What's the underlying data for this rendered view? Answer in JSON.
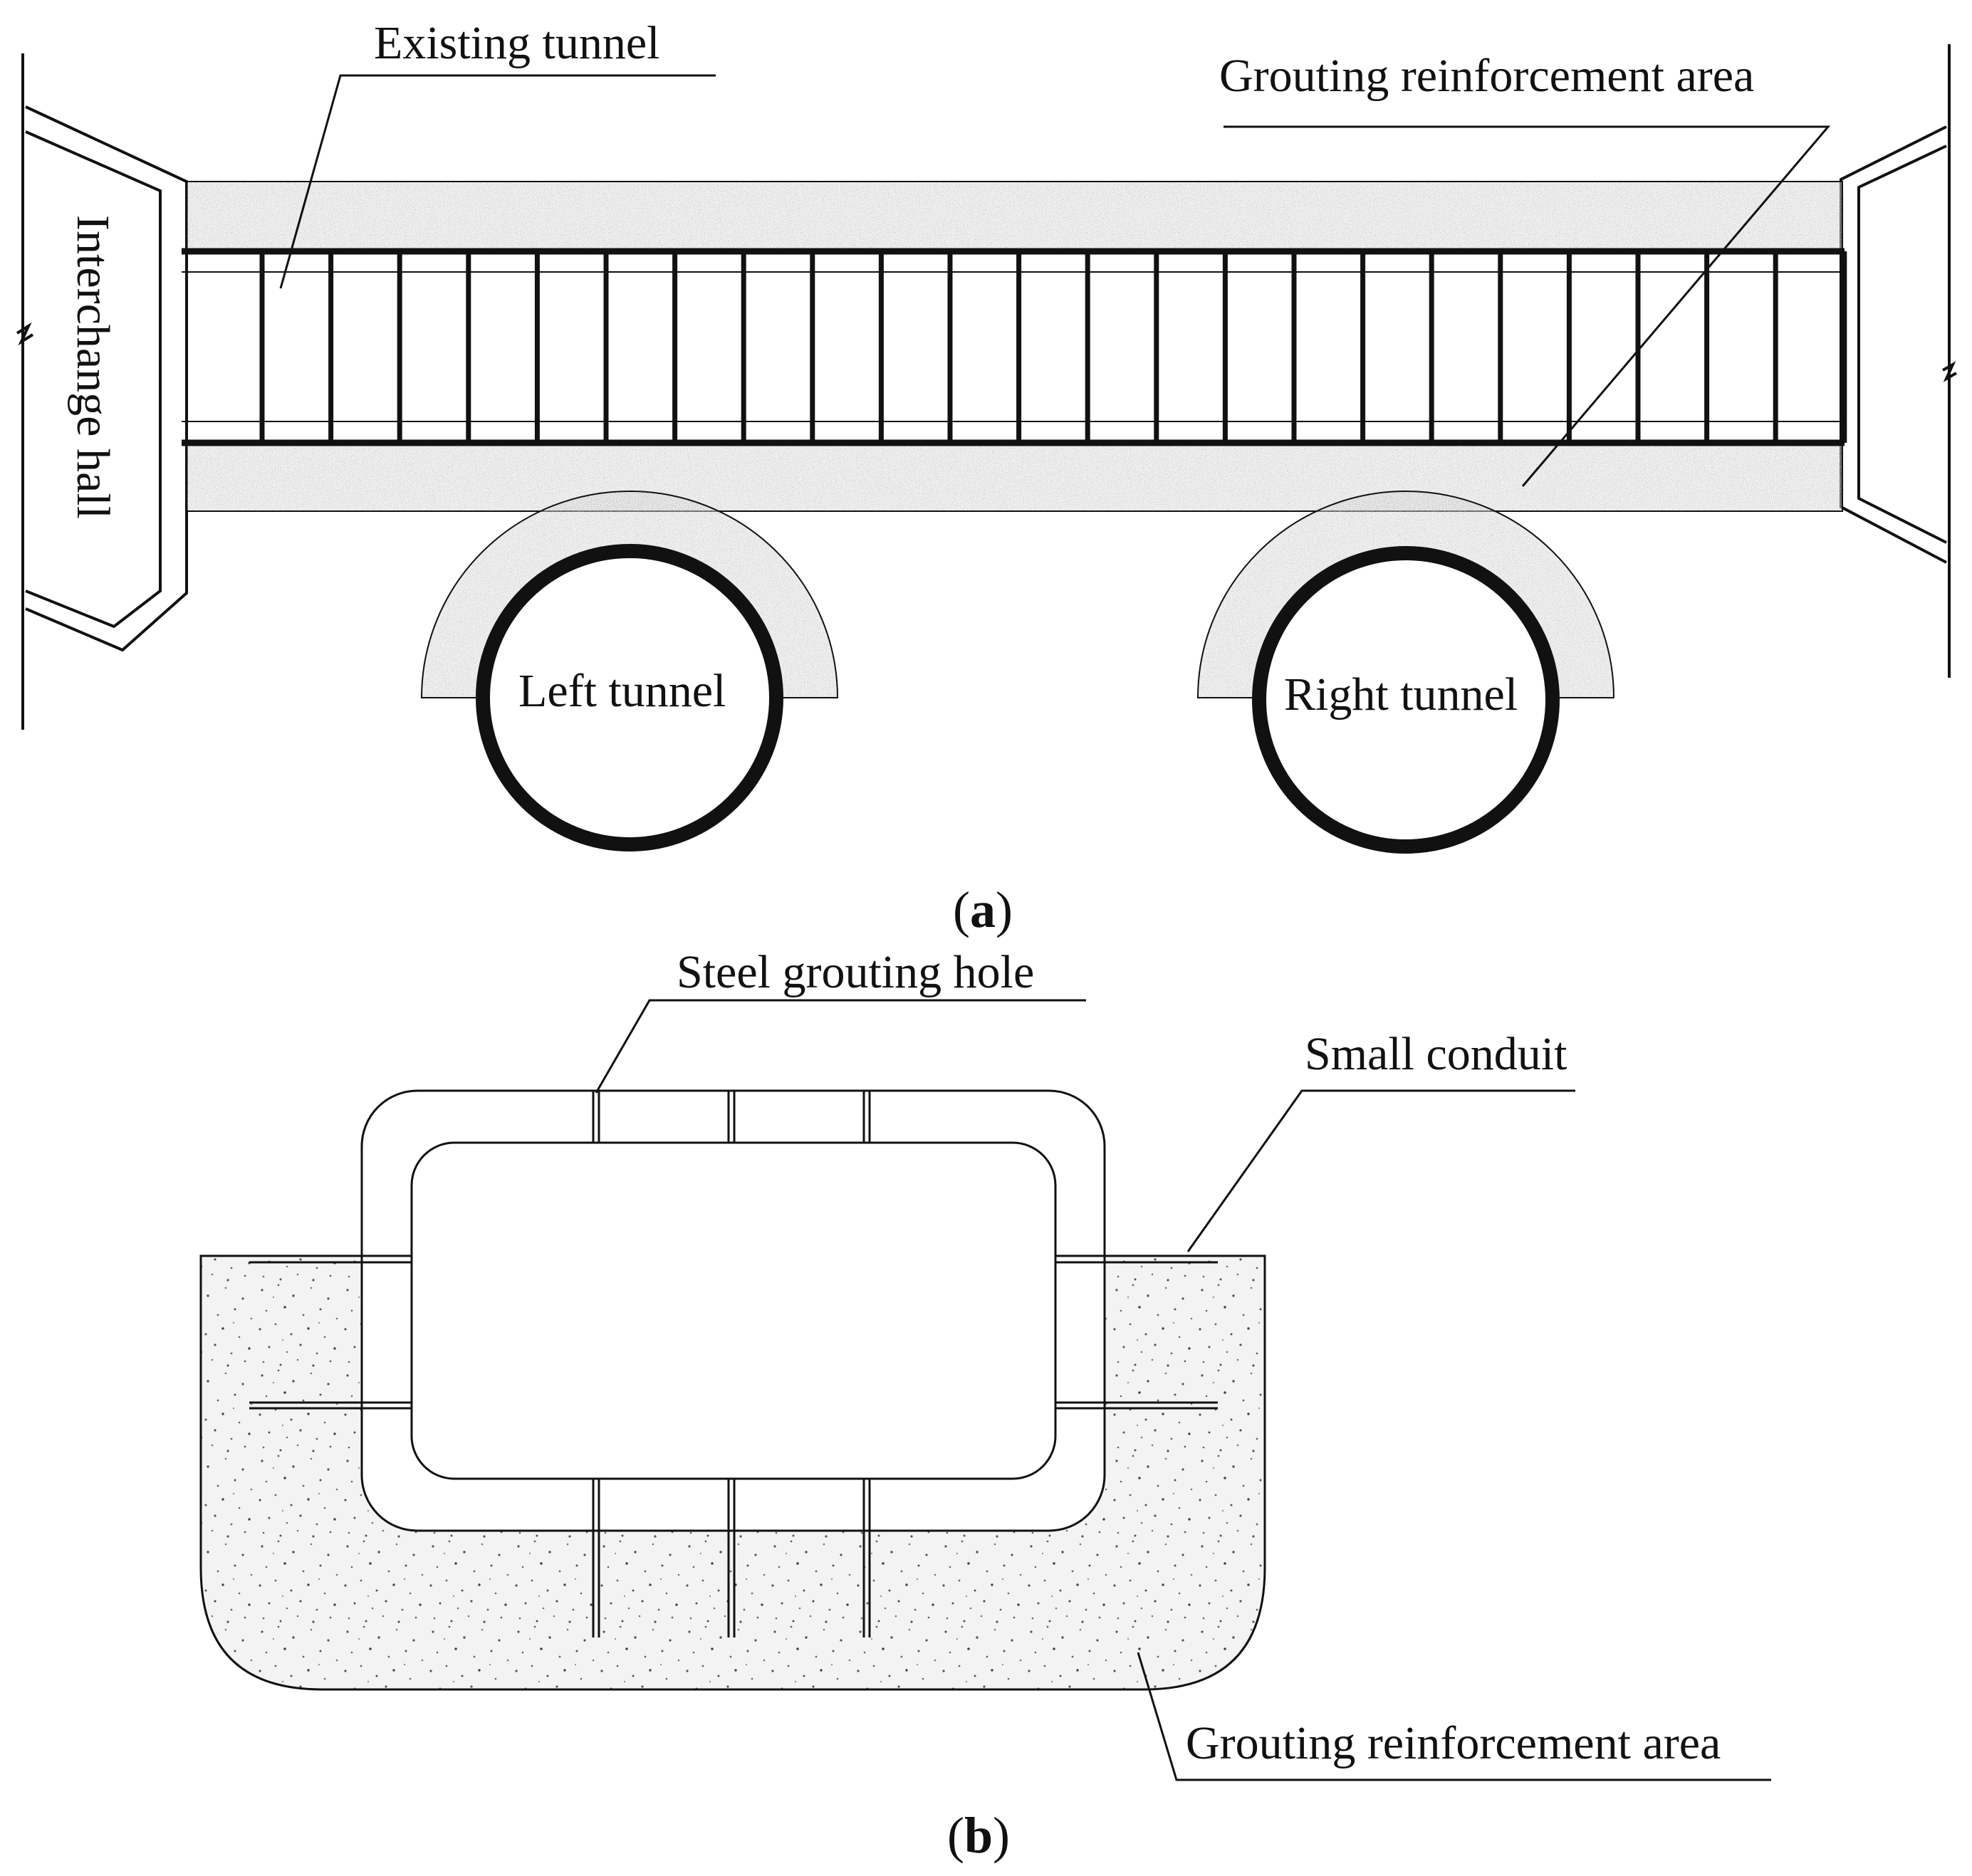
{
  "figure_a": {
    "labels": {
      "existing_tunnel": "Existing tunnel",
      "grouting_area": "Grouting reinforcement area",
      "interchange_hall": "Interchange hall",
      "left_tunnel": "Left tunnel",
      "right_tunnel": "Right tunnel"
    },
    "caption": {
      "open": "(",
      "letter": "a",
      "close": ")"
    }
  },
  "figure_b": {
    "labels": {
      "steel_grouting_hole": "Steel grouting hole",
      "small_conduit": "Small conduit",
      "grouting_area": "Grouting reinforcement area"
    },
    "caption": {
      "open": "(",
      "letter": "b",
      "close": ")"
    }
  },
  "colors": {
    "line": "#111111",
    "stipple_dense": "#9a9a9a",
    "stipple_light": "#f1f1f1"
  }
}
